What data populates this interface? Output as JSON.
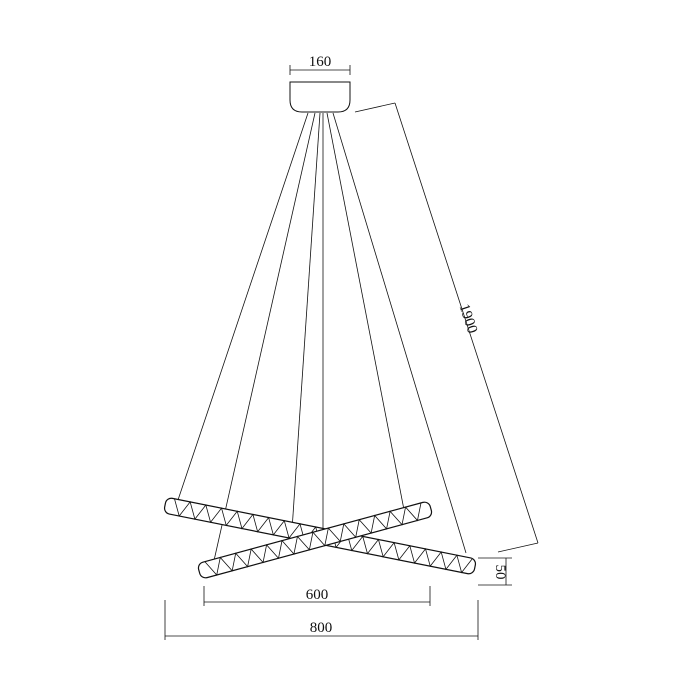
{
  "diagram": {
    "dimensions": {
      "canopy_width": "160",
      "overall_height": "1900",
      "ring_thickness": "50",
      "small_ring": "600",
      "large_ring": "800"
    },
    "colors": {
      "line": "#111111",
      "background": "#ffffff"
    }
  }
}
